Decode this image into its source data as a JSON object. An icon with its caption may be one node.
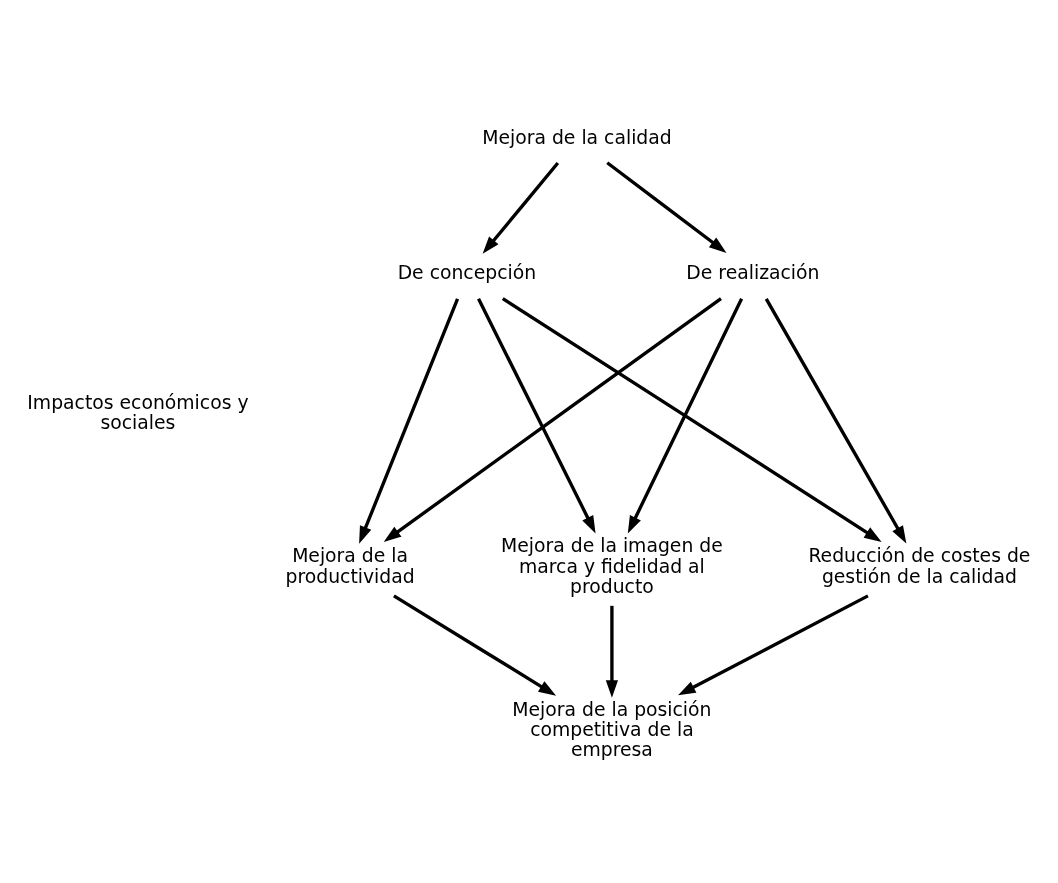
{
  "diagram": {
    "nodes": [
      {
        "text": [
          "Mejora de la calidad"
        ]
      },
      {
        "text": [
          "De concepción"
        ]
      },
      {
        "text": [
          "De realización"
        ]
      },
      {
        "text": [
          "Reducción de costes de gestión de la calidad"
        ]
      },
      {
        "text": [
          "Mejora de la productividad"
        ]
      },
      {
        "text": [
          "Mejora de la imagen de marca y fidelidad al producto"
        ]
      },
      {
        "text": [
          "Mejora de la posición competitiva de la empresa"
        ]
      }
    ],
    "edges": [
      {
        "from": 0,
        "to": 1,
        "arrow": "to"
      },
      {
        "from": 0,
        "to": 2,
        "arrow": "to"
      },
      {
        "from": 1,
        "to": 3,
        "arrow": "to"
      },
      {
        "from": 1,
        "to": 4,
        "arrow": "to"
      },
      {
        "from": 1,
        "to": 5,
        "arrow": "to"
      },
      {
        "from": 2,
        "to": 3,
        "arrow": "to"
      },
      {
        "from": 2,
        "to": 4,
        "arrow": "to"
      },
      {
        "from": 2,
        "to": 5,
        "arrow": "to"
      },
      {
        "from": 3,
        "to": 6,
        "arrow": "to"
      },
      {
        "from": 4,
        "to": 6,
        "arrow": "to"
      },
      {
        "from": 5,
        "to": 6,
        "arrow": "to"
      }
    ],
    "labels": [
      "Impactos económicos y sociales"
    ]
  }
}
